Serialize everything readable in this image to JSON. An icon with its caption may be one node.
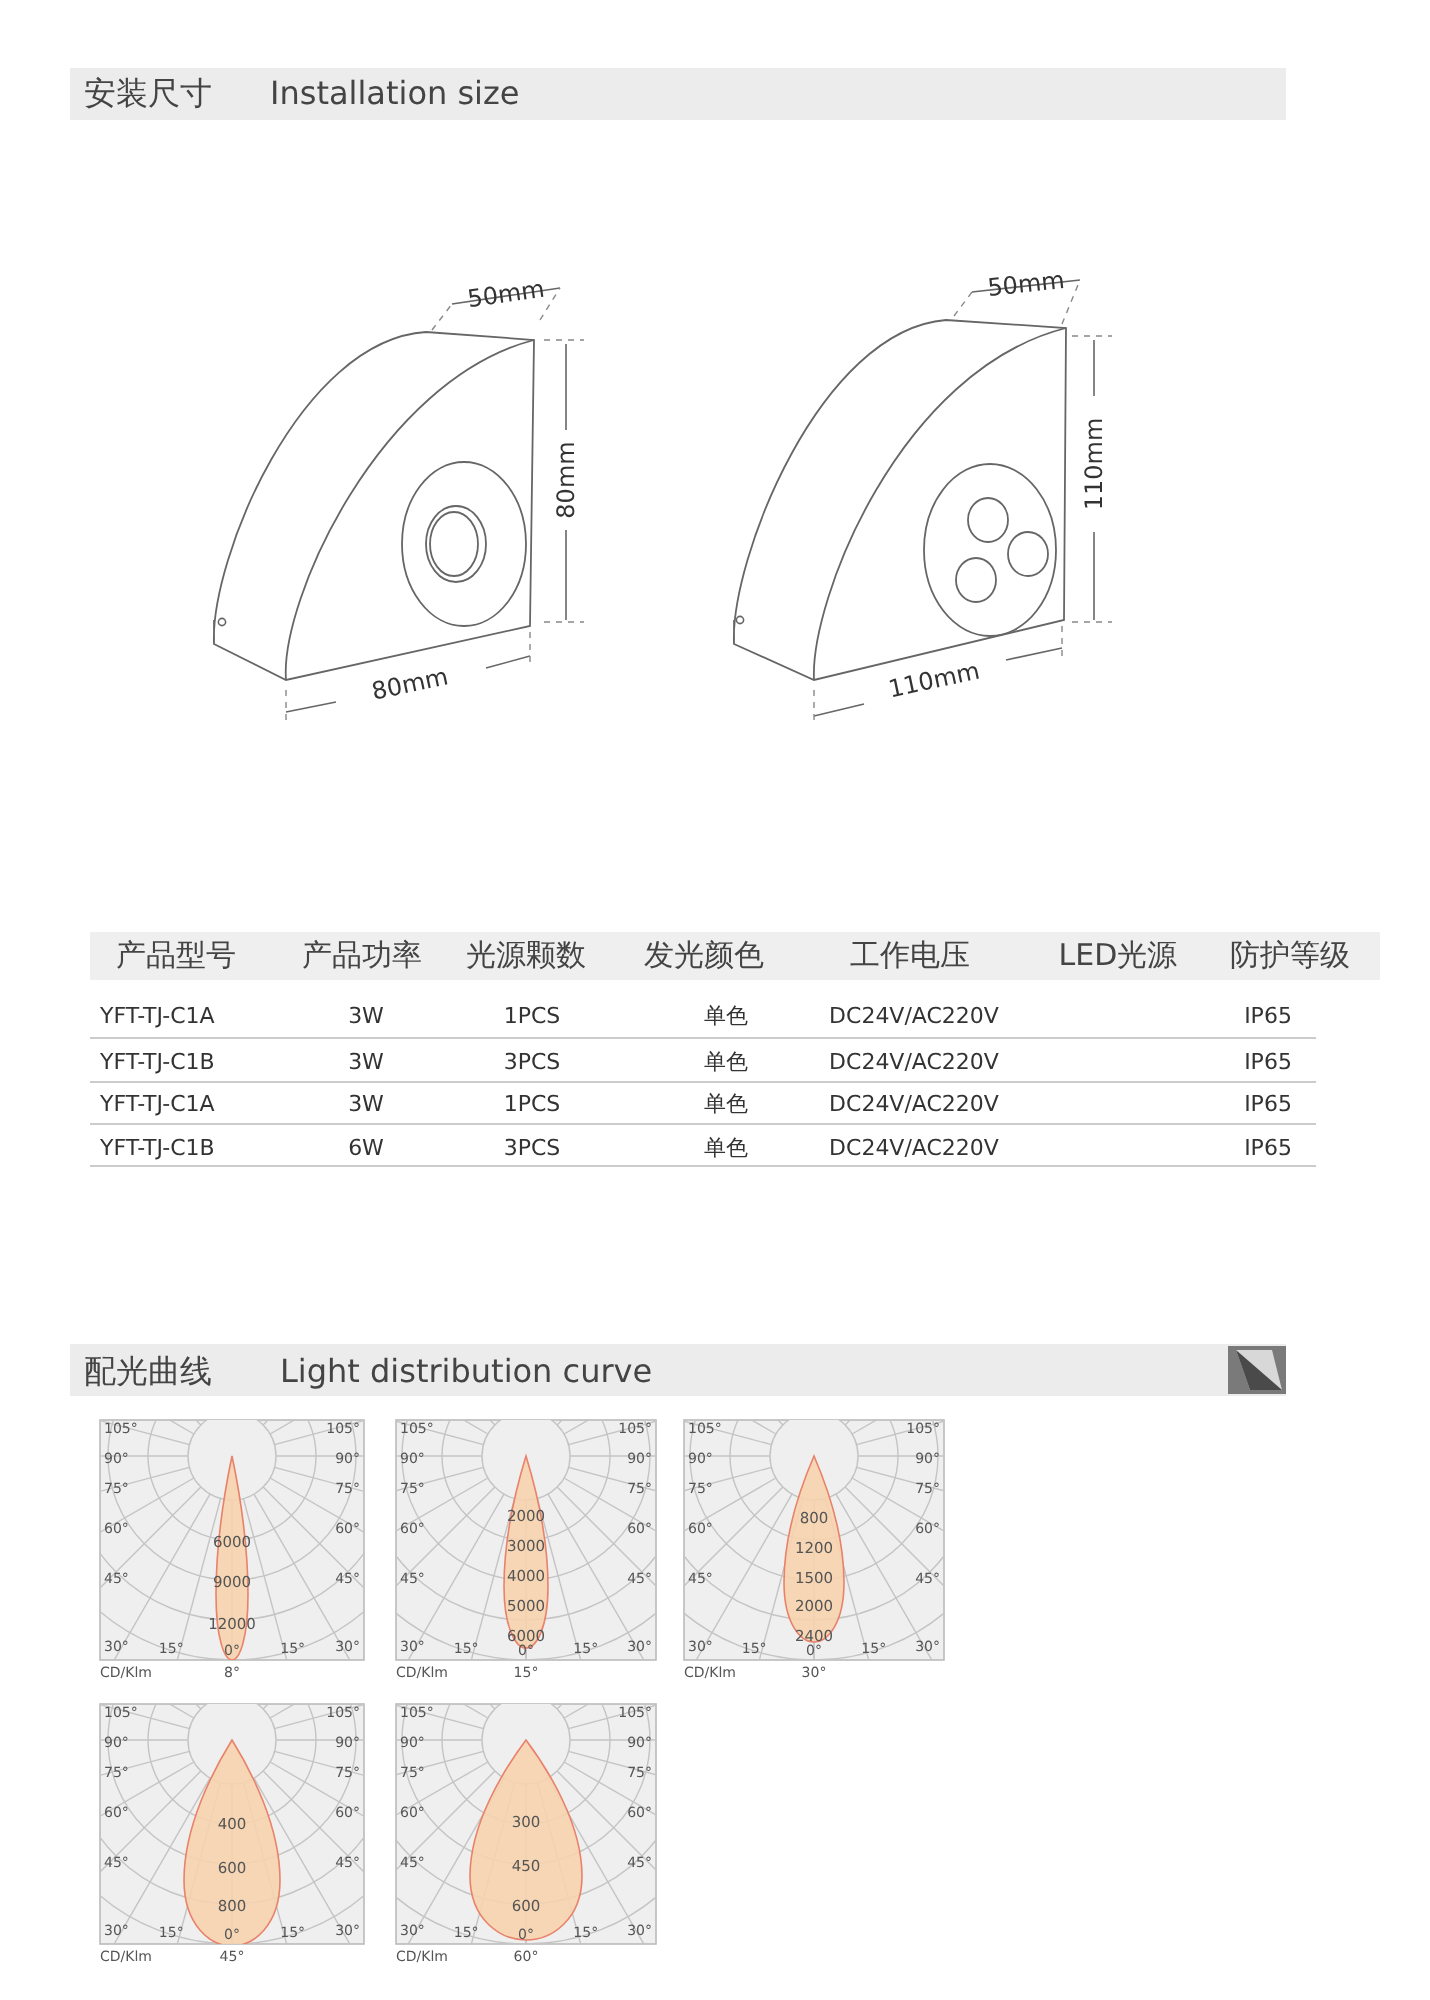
{
  "diagram": {
    "title": "安装尺寸",
    "labels": [
      "Installation size",
      "50mm",
      "80mm",
      "80mm",
      "50mm",
      "110mm",
      "110mm",
      "产品型号",
      "产品功率",
      "光源颗数",
      "发光颜色",
      "工作电压",
      "LED光源",
      "防护等级",
      "YFT-TJ-C1A",
      "3W",
      "1PCS",
      "单色",
      "DC24V/AC220V",
      "IP65",
      "YFT-TJ-C1B",
      "3W",
      "3PCS",
      "单色",
      "DC24V/AC220V",
      "IP65",
      "YFT-TJ-C1A",
      "3W",
      "1PCS",
      "单色",
      "DC24V/AC220V",
      "IP65",
      "YFT-TJ-C1B",
      "6W",
      "3PCS",
      "单色",
      "DC24V/AC220V",
      "IP65",
      "配光曲线",
      "Light distribution curve",
      "105°",
      "105°",
      "90°",
      "90°",
      "75°",
      "75°",
      "60°",
      "60°",
      "45°",
      "45°",
      "30°",
      "15°",
      "0°",
      "15°",
      "30°",
      "CD/Klm",
      "8°",
      "6000",
      "9000",
      "12000",
      "105°",
      "105°",
      "90°",
      "90°",
      "75°",
      "75°",
      "60°",
      "60°",
      "45°",
      "45°",
      "30°",
      "15°",
      "0°",
      "15°",
      "30°",
      "CD/Klm",
      "15°",
      "2000",
      "3000",
      "4000",
      "5000",
      "6000",
      "105°",
      "105°",
      "90°",
      "90°",
      "75°",
      "75°",
      "60°",
      "60°",
      "45°",
      "45°",
      "30°",
      "15°",
      "0°",
      "15°",
      "30°",
      "CD/Klm",
      "30°",
      "800",
      "1200",
      "1500",
      "2000",
      "2400",
      "105°",
      "105°",
      "90°",
      "90°",
      "75°",
      "75°",
      "60°",
      "60°",
      "45°",
      "45°",
      "30°",
      "15°",
      "0°",
      "15°",
      "30°",
      "CD/Klm",
      "45°",
      "400",
      "600",
      "800",
      "105°",
      "105°",
      "90°",
      "90°",
      "75°",
      "75°",
      "60°",
      "60°",
      "45°",
      "45°",
      "30°",
      "15°",
      "0°",
      "15°",
      "30°",
      "CD/Klm",
      "60°",
      "300",
      "450",
      "600"
    ]
  }
}
